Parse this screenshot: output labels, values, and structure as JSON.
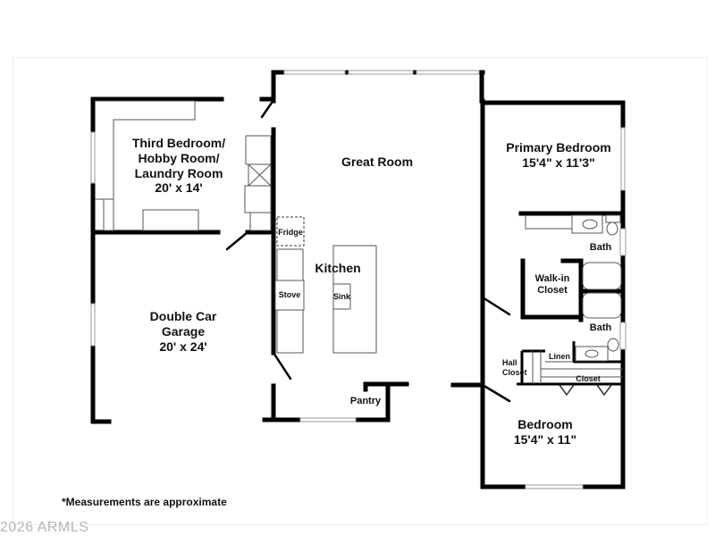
{
  "floorplan": {
    "rooms": [
      {
        "id": "third-bedroom",
        "lines": [
          "Third Bedroom/",
          "Hobby Room/",
          "Laundry Room",
          "20' x 14'"
        ]
      },
      {
        "id": "great-room",
        "lines": [
          "Great Room"
        ]
      },
      {
        "id": "primary-bedroom",
        "lines": [
          "Primary Bedroom",
          "15'4\" x 11'3\""
        ]
      },
      {
        "id": "kitchen",
        "lines": [
          "Kitchen"
        ]
      },
      {
        "id": "garage",
        "lines": [
          "Double Car",
          "Garage",
          "20' x 24'"
        ]
      },
      {
        "id": "bedroom",
        "lines": [
          "Bedroom",
          "15'4\" x 11\""
        ]
      },
      {
        "id": "walk-in-closet",
        "lines": [
          "Walk-in",
          "Closet"
        ]
      },
      {
        "id": "bath-primary",
        "lines": [
          "Bath"
        ]
      },
      {
        "id": "bath-hall",
        "lines": [
          "Bath"
        ]
      },
      {
        "id": "pantry",
        "lines": [
          "Pantry"
        ]
      },
      {
        "id": "hall-closet",
        "lines": [
          "Hall",
          "Closet"
        ]
      },
      {
        "id": "linen",
        "lines": [
          "Linen"
        ]
      },
      {
        "id": "closet",
        "lines": [
          "Closet"
        ]
      }
    ],
    "fixtures": {
      "fridge": "Fridge",
      "stove": "Stove",
      "sink": "Sink"
    },
    "note": "*Measurements are approximate",
    "copyright": "2026 ARMLS"
  },
  "colors": {
    "wall": "#000000",
    "fixture": "#555555",
    "window": "#bdbdbd",
    "copyright": "#b5b5b5"
  }
}
